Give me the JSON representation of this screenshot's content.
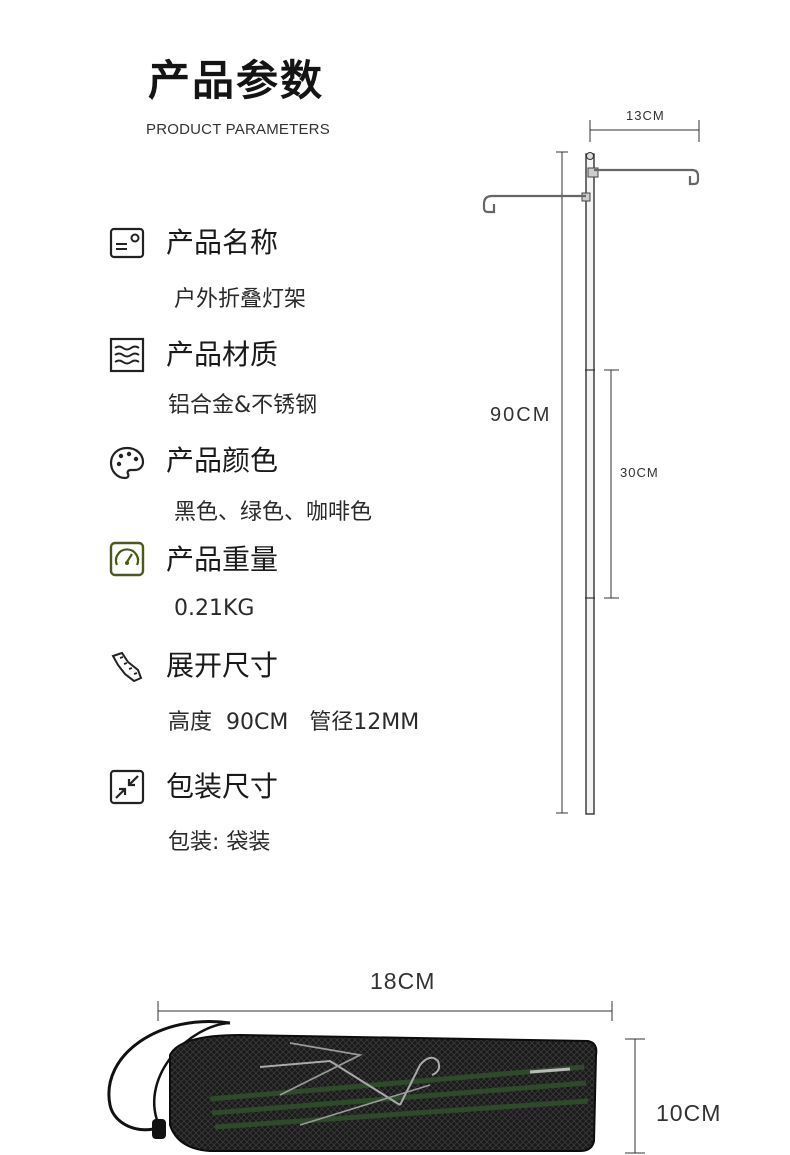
{
  "header": {
    "title": "产品参数",
    "subtitle": "PRODUCT PARAMETERS"
  },
  "params": [
    {
      "icon": "name-card-icon",
      "label": "产品名称",
      "value": "户外折叠灯架"
    },
    {
      "icon": "material-layers-icon",
      "label": "产品材质",
      "value": "铝合金&不锈钢"
    },
    {
      "icon": "palette-icon",
      "label": "产品颜色",
      "value": "黑色、绿色、咖啡色"
    },
    {
      "icon": "weight-gauge-icon",
      "label": "产品重量",
      "value": "0.21KG"
    },
    {
      "icon": "ruler-hand-icon",
      "label": "展开尺寸",
      "value": "高度  90CM   管径12MM"
    },
    {
      "icon": "compress-arrows-icon",
      "label": "包装尺寸",
      "value": "包装: 袋装"
    }
  ],
  "dimensions": {
    "arm_width": "13CM",
    "total_height": "90CM",
    "segment_length": "30CM",
    "bag_length": "18CM",
    "bag_height": "10CM"
  },
  "colors": {
    "accent_green": "#4a5a1a",
    "pole_green": "#2e4a2a",
    "bag_black": "#1a1a1a"
  }
}
